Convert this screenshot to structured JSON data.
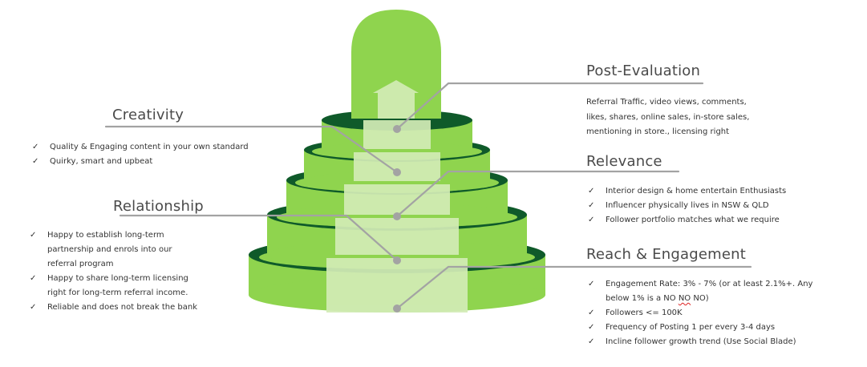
{
  "colors": {
    "light_green": "#8fd44e",
    "dark_green": "#0f5a2a",
    "highlight": "#d3ecb6",
    "connector": "#a3a3a3",
    "text": "#333333",
    "title": "#4a4a4a"
  },
  "sections": {
    "post_evaluation": {
      "title": "Post-Evaluation",
      "lines": [
        "Referral Traffic, video views, comments,",
        "likes, shares, online sales, in-store sales,",
        "mentioning in store., licensing right"
      ]
    },
    "creativity": {
      "title": "Creativity",
      "items": [
        "Quality & Engaging content in your own standard",
        "Quirky, smart and upbeat"
      ]
    },
    "relevance": {
      "title": "Relevance",
      "items": [
        "Interior design & home entertain Enthusiasts",
        "Influencer physically lives in NSW & QLD",
        "Follower portfolio matches what we require"
      ]
    },
    "relationship": {
      "title": "Relationship",
      "items": [
        [
          "Happy to establish long-term",
          "partnership and  enrols into our",
          "referral program"
        ],
        [
          "Happy to share long-term licensing",
          "right for long-term referral income."
        ],
        [
          "Reliable and does not break the bank"
        ]
      ]
    },
    "reach": {
      "title": "Reach & Engagement",
      "item1_line1": "Engagement Rate: 3% - 7% (or at least 2.1%+. Any",
      "item1_line2_pre": "below 1% is a NO ",
      "item1_line2_marked": "NO",
      "item1_line2_post": " NO)",
      "items": [
        "Followers <= 100K",
        "Frequency of Posting 1 per every 3-4 days",
        "Incline follower growth trend (Use Social Blade)"
      ]
    }
  },
  "check_glyph": "✓"
}
